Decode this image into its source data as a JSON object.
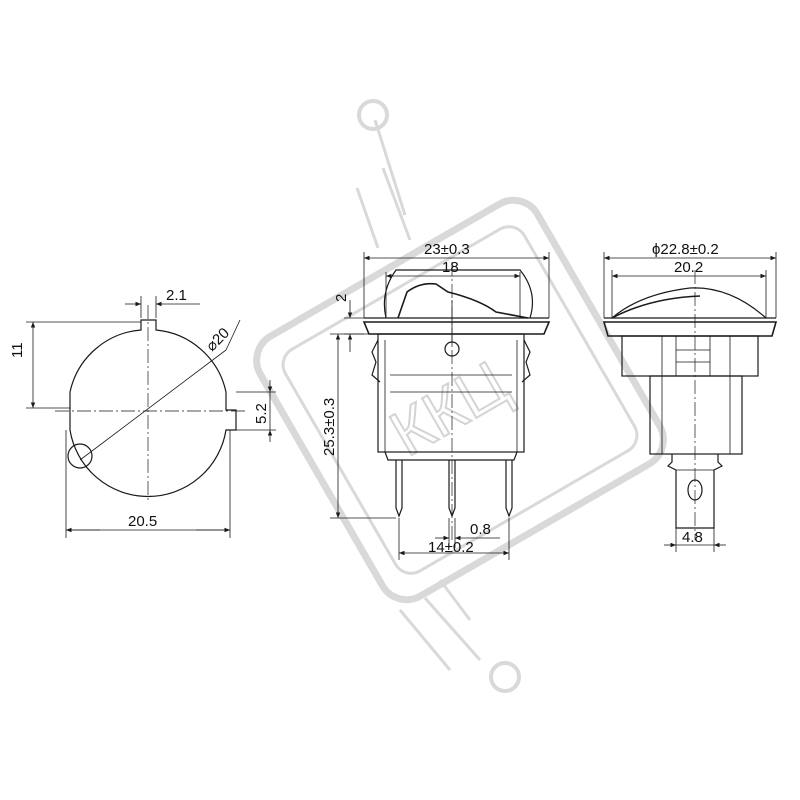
{
  "watermark": {
    "text": "ККЦ"
  },
  "side_view": {
    "dims": {
      "tab_width": "2.1",
      "diameter": "⌀20",
      "height": "11",
      "notch": "5.2",
      "width": "20.5"
    }
  },
  "front_view": {
    "dims": {
      "top_width": "23±0.3",
      "inner_width": "18",
      "flange": "2",
      "total_height": "25.3±0.3",
      "pin_thickness": "0.8",
      "pin_spacing": "14±0.2"
    }
  },
  "right_view": {
    "dims": {
      "outer_diameter": "ϕ22.8±0.2",
      "body_width": "20.2",
      "pin_width": "4.8"
    }
  }
}
